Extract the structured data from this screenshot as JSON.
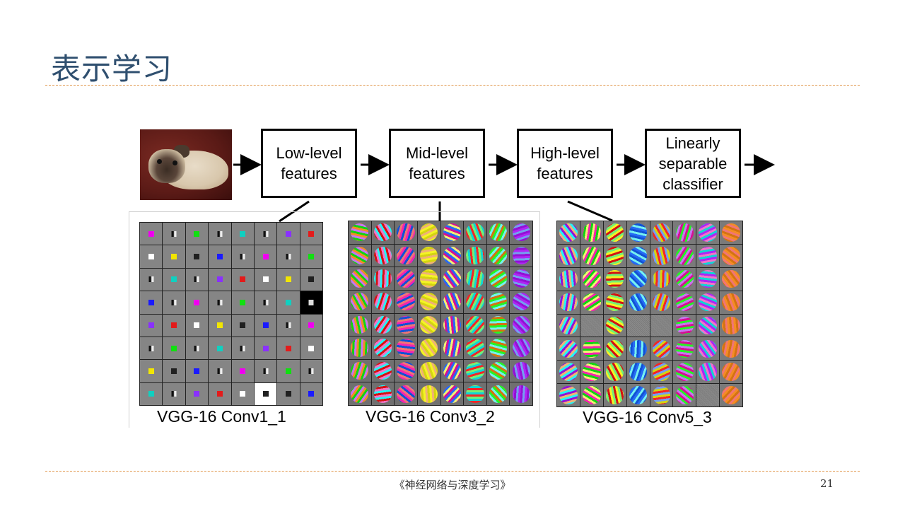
{
  "slide": {
    "title": "表示学习",
    "footer": "《神经网络与深度学习》",
    "page_number": "21"
  },
  "pipeline": {
    "boxes": [
      "Low-level\nfeatures",
      "Mid-level\nfeatures",
      "High-level\nfeatures",
      "Linearly\nseparable\nclassifier"
    ]
  },
  "panels": [
    {
      "caption": "VGG-16 Conv1_1"
    },
    {
      "caption": "VGG-16 Conv3_2"
    },
    {
      "caption": "VGG-16 Conv5_3"
    }
  ],
  "colors": {
    "title": "#2f4f6f",
    "rule": "#e0964a"
  }
}
